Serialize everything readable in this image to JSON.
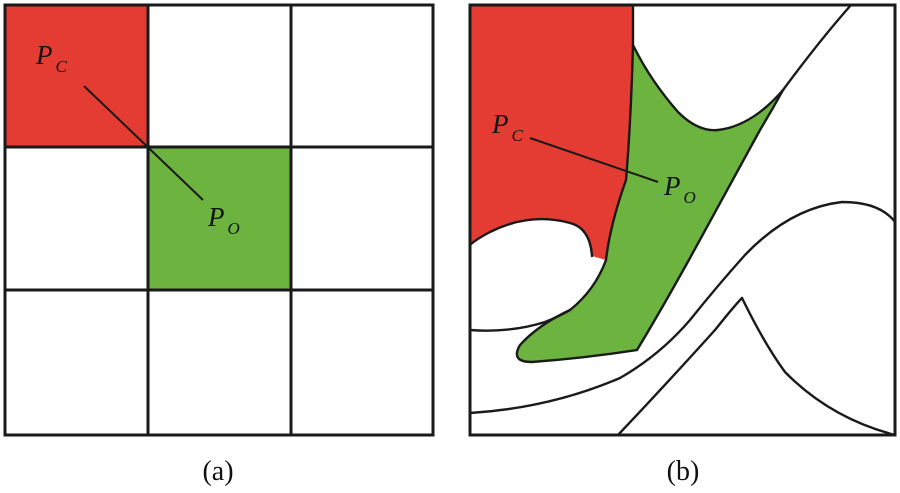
{
  "colors": {
    "red_region": "#e43b33",
    "green_region": "#6db33f",
    "stroke": "#1a1a1a",
    "background": "#ffffff"
  },
  "panel_a": {
    "caption": "(a)",
    "grid_rows": 3,
    "grid_cols": 3,
    "red_cell": {
      "row": 0,
      "col": 0
    },
    "green_cell": {
      "row": 1,
      "col": 1
    },
    "label_pc": {
      "main": "P",
      "sub": "C"
    },
    "label_po": {
      "main": "P",
      "sub": "O"
    }
  },
  "panel_b": {
    "caption": "(b)",
    "label_pc": {
      "main": "P",
      "sub": "C"
    },
    "label_po": {
      "main": "P",
      "sub": "O"
    }
  }
}
